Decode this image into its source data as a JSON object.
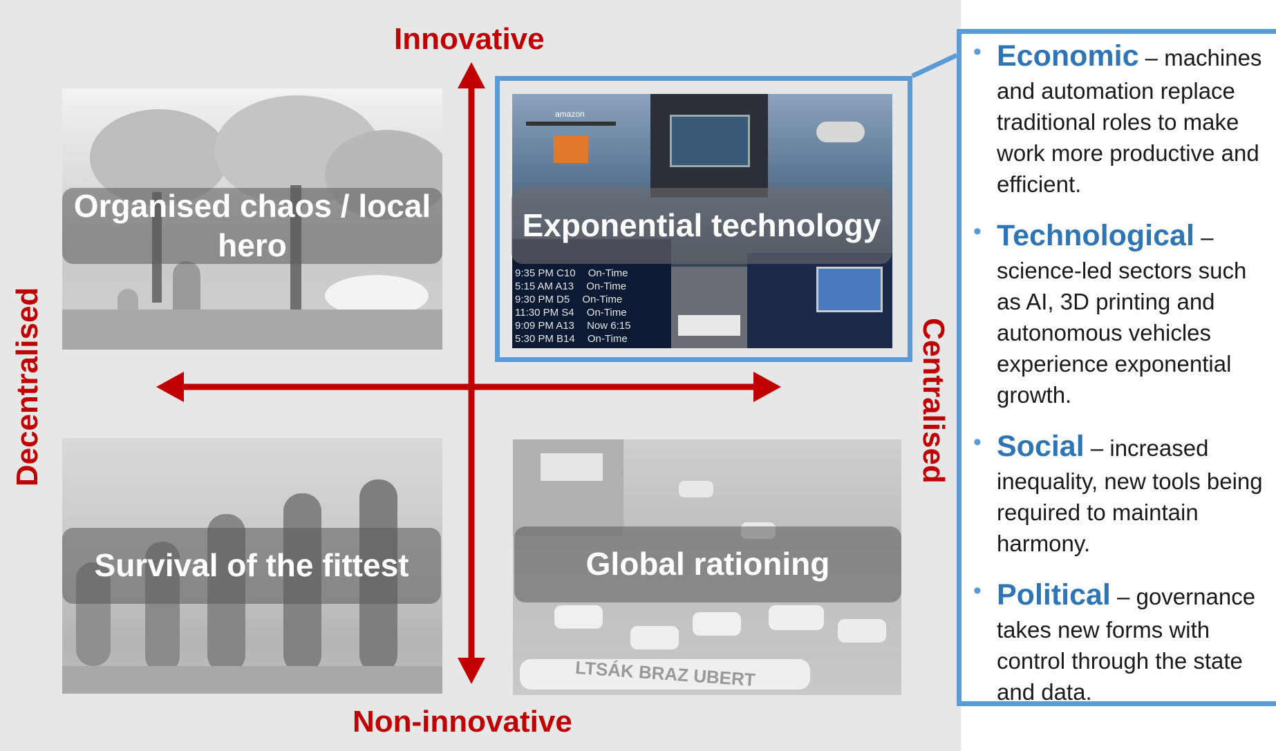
{
  "axes": {
    "top": "Innovative",
    "bottom": "Non-innovative",
    "left": "Decentralised",
    "right": "Centralised"
  },
  "quadrants": {
    "top_left": "Organised chaos / local hero",
    "top_right": "Exponential technology",
    "bottom_left": "Survival of the fittest",
    "bottom_right": "Global rationing"
  },
  "photo_text": {
    "schedule_rows": [
      "9:35 PM C10",
      "5:15 AM A13",
      "9:30 PM D5",
      "11:30 PM S4",
      "9:09 PM A13",
      "5:30 PM B14"
    ],
    "schedule_status": [
      "On-Time",
      "On-Time",
      "On-Time",
      "On-Time",
      "Now 6:15",
      "On-Time"
    ],
    "drone_brand": "amazon",
    "street_sign": "LTSÁK BRAZ UBERT"
  },
  "bullets": [
    {
      "keyword": "Economic",
      "sep": " – ",
      "text": "machines and automation replace traditional roles to make work more productive and efficient."
    },
    {
      "keyword": "Technological",
      "sep": " – ",
      "text": "science-led sectors such as AI, 3D printing and autonomous vehicles experience exponential growth."
    },
    {
      "keyword": "Social",
      "sep": " – ",
      "text": "increased inequality, new tools being required to maintain harmony."
    },
    {
      "keyword": "Political",
      "sep": " – ",
      "text": "governance takes new forms with control through the state and data."
    }
  ],
  "colors": {
    "axis": "#c00000",
    "highlight": "#5b9bd5",
    "keyword": "#2e75b6"
  }
}
